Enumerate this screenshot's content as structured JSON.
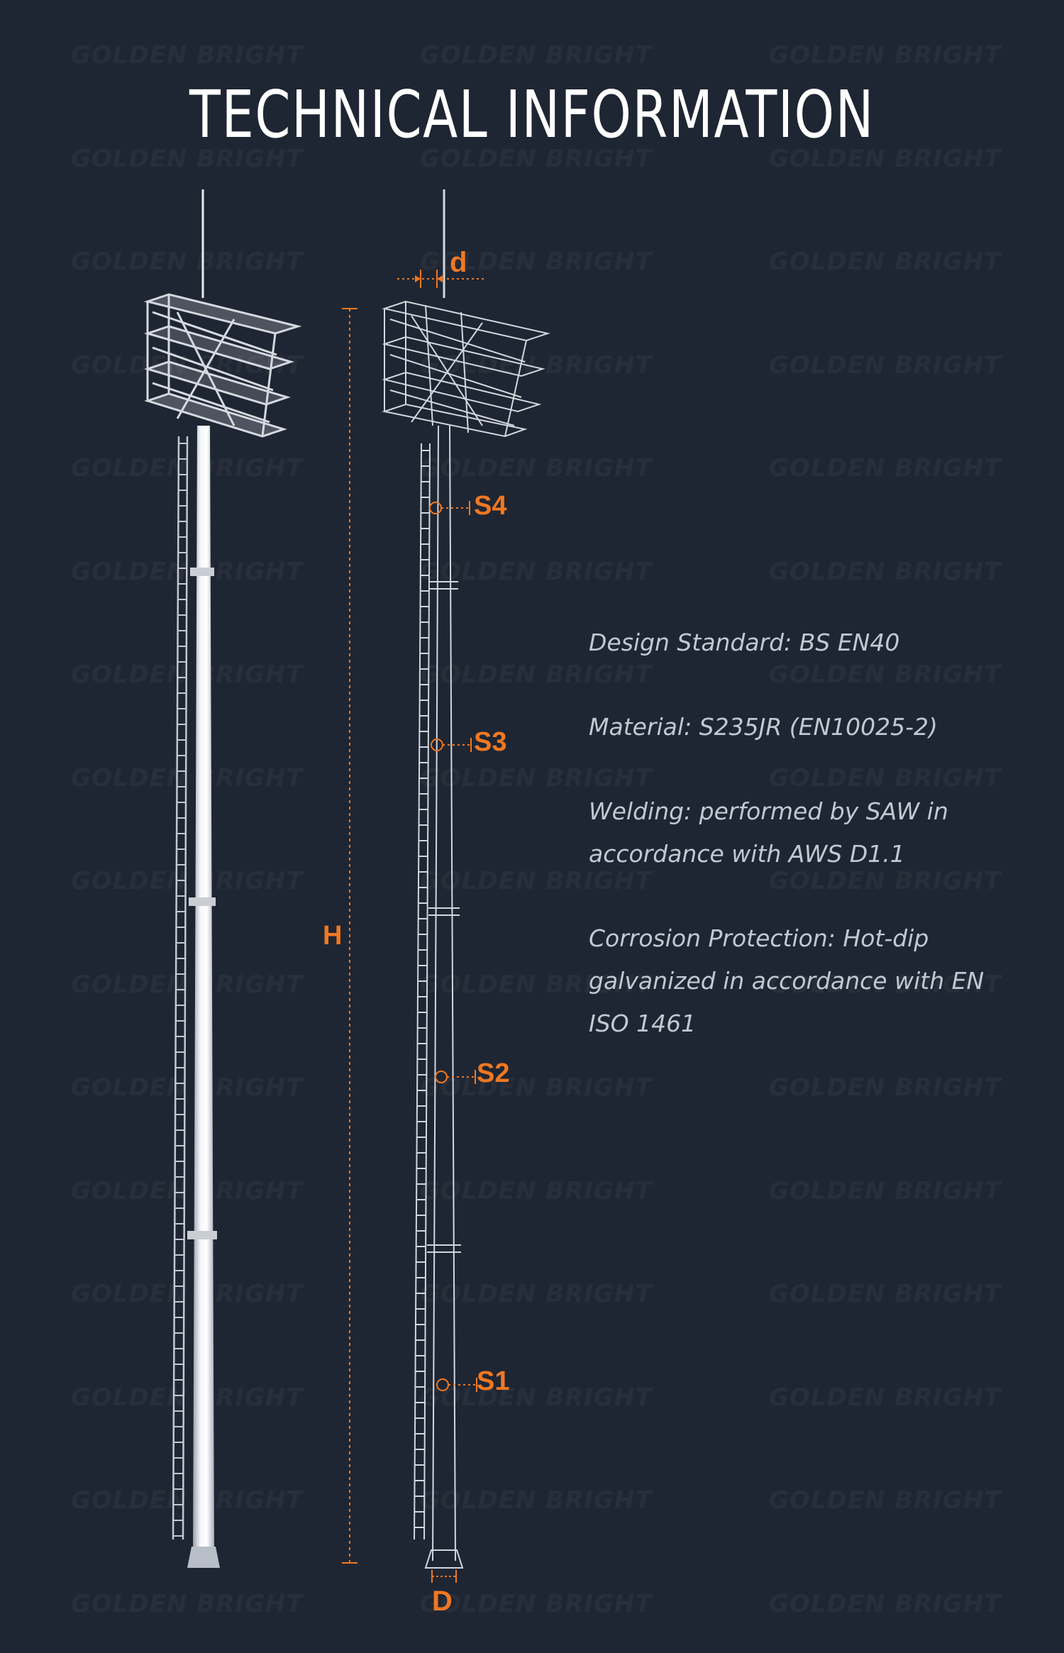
{
  "watermark": "GOLDEN BRIGHT",
  "title": "TECHNICAL INFORMATION",
  "dimensions": {
    "top_width": "d",
    "height": "H",
    "base_width": "D",
    "sections": [
      "S4",
      "S3",
      "S2",
      "S1"
    ]
  },
  "specs": [
    {
      "text": "Design Standard: BS EN40"
    },
    {
      "text": "Material: S235JR (EN10025-2)"
    },
    {
      "text": "Welding: performed by SAW in accordance with AWS D1.1"
    },
    {
      "text": "Corrosion Protection: Hot-dip galvanized in accordance with EN ISO 1461"
    }
  ],
  "colors": {
    "background": "#1f2633",
    "accent": "#f07822",
    "text": "#c2c8d2",
    "title": "#ffffff"
  }
}
